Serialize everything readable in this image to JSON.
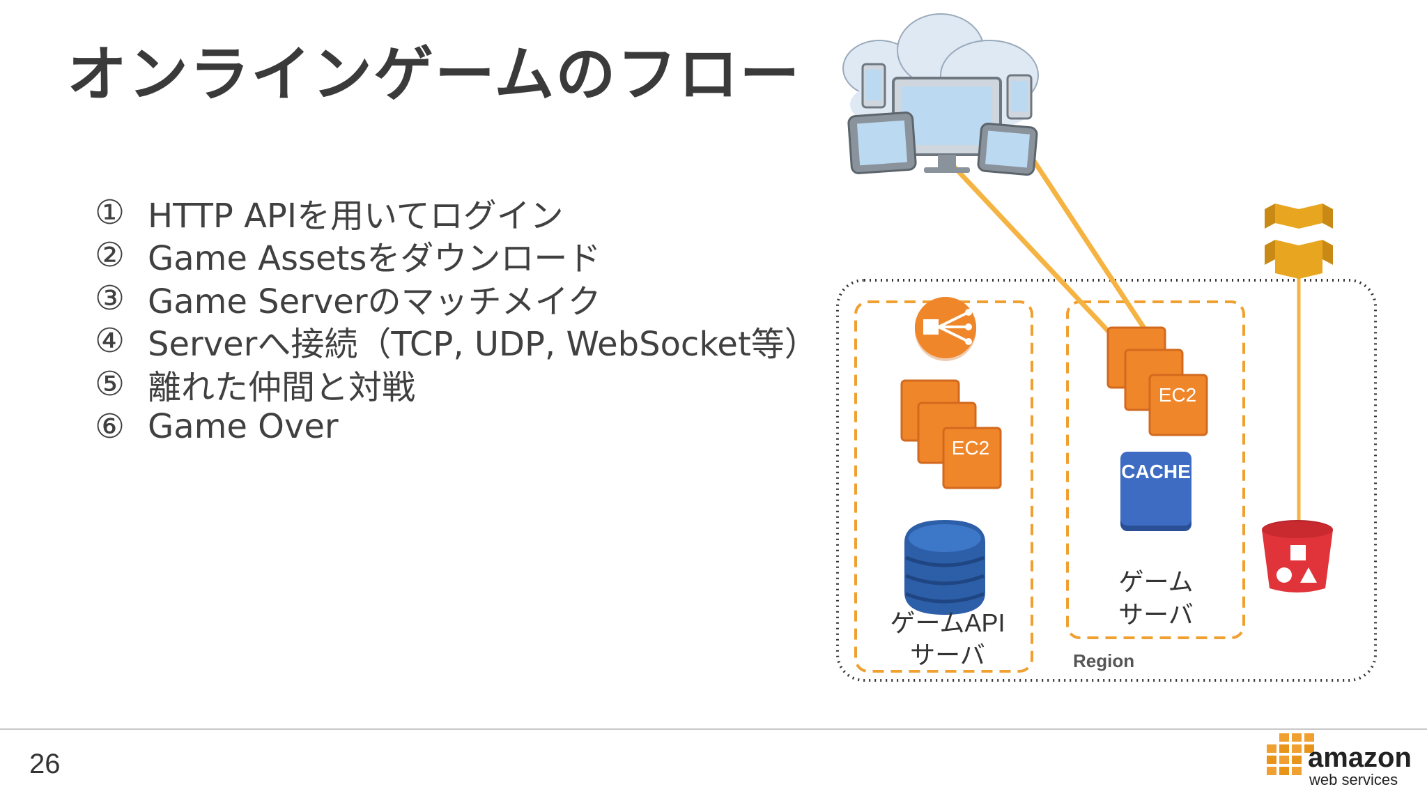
{
  "slide": {
    "title": "オンラインゲームのフロー",
    "page_number": "26"
  },
  "steps": [
    {
      "num": "①",
      "text": "HTTP APIを用いてログイン"
    },
    {
      "num": "②",
      "text": "Game Assetsをダウンロード"
    },
    {
      "num": "③",
      "text": "Game Serverのマッチメイク"
    },
    {
      "num": "④",
      "text": "Serverへ接続（TCP, UDP, WebSocket等）"
    },
    {
      "num": "⑤",
      "text": "離れた仲間と対戦"
    },
    {
      "num": "⑥",
      "text": "Game Over"
    }
  ],
  "diagram": {
    "region_label": "Region",
    "api_group_line1": "ゲームAPI",
    "api_group_line2": "サーバ",
    "game_group_line1": "ゲーム",
    "game_group_line2": "サーバ",
    "ec2_label_left": "EC2",
    "ec2_label_right": "EC2",
    "cache_label": "CACHE",
    "colors": {
      "orange": "#f0862a",
      "orange_dark": "#d2691e",
      "connector": "#f5b342",
      "dashed": "#f0a030",
      "blue": "#3d6cc2",
      "red": "#e0333a",
      "cloud": "#dfe9f4"
    }
  },
  "logo": {
    "word1": "amazon",
    "word2": "web services"
  }
}
